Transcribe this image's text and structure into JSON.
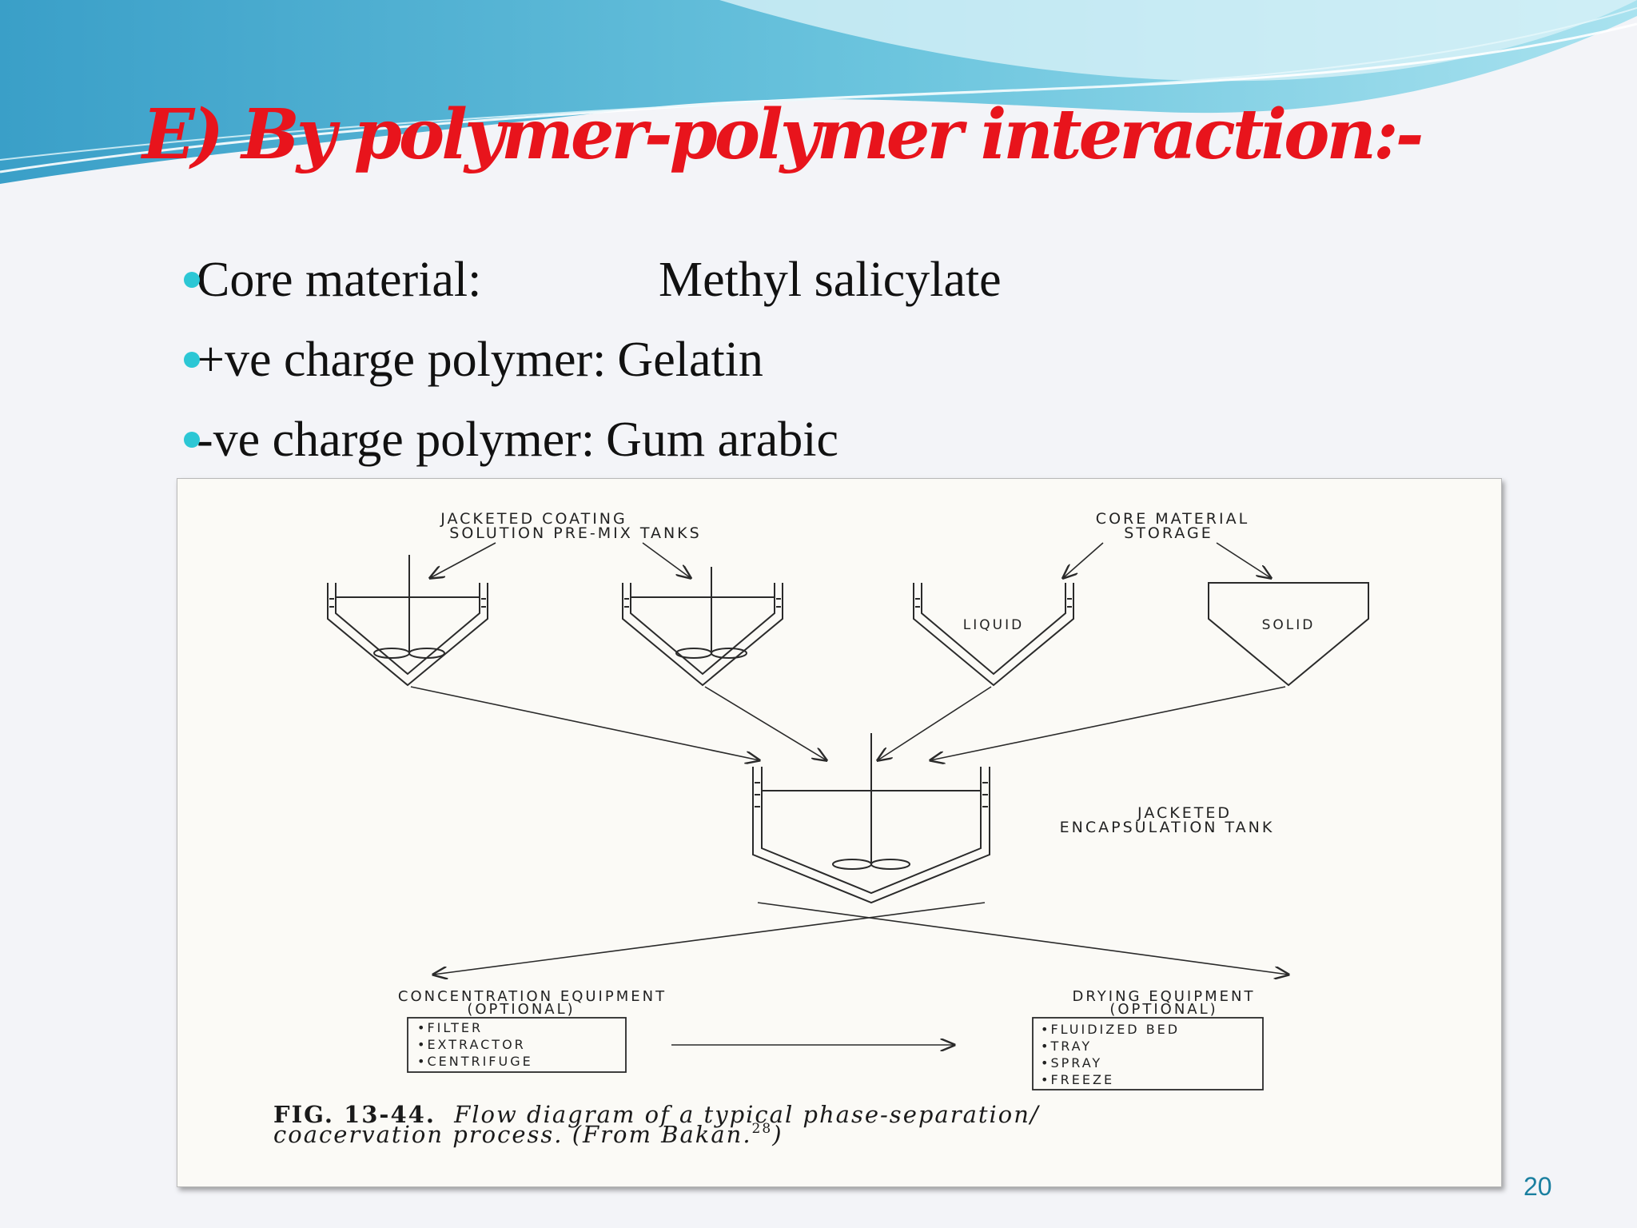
{
  "slide": {
    "title": "E) By polymer-polymer interaction:-",
    "page_number": "20"
  },
  "bullets": [
    {
      "label": "Core material:",
      "value": "Methyl salicylate"
    },
    {
      "label": "+ve charge polymer:",
      "value": "Gelatin"
    },
    {
      "label": "-ve charge polymer:",
      "value": "Gum arabic"
    }
  ],
  "figure": {
    "labels": {
      "premix_line1": "JACKETED COATING",
      "premix_line2": "SOLUTION PRE-MIX TANKS",
      "core_line1": "CORE MATERIAL",
      "core_line2": "STORAGE",
      "liquid": "LIQUID",
      "solid": "SOLID",
      "encap_line1": "JACKETED",
      "encap_line2": "ENCAPSULATION TANK",
      "conc_line1": "CONCENTRATION EQUIPMENT",
      "conc_line2": "(OPTIONAL)",
      "dry_line1": "DRYING EQUIPMENT",
      "dry_line2": "(OPTIONAL)"
    },
    "concentration_items": [
      "•FILTER",
      "•EXTRACTOR",
      "•CENTRIFUGE"
    ],
    "drying_items": [
      "•FLUIDIZED BED",
      "•TRAY",
      "•SPRAY",
      "•FREEZE"
    ],
    "caption_fig": "FIG. 13-44.",
    "caption_line1": "Flow diagram of a typical phase-separation/",
    "caption_line2": "coacervation process. (From Bakan.",
    "caption_ref": "28",
    "caption_end": ")"
  },
  "colors": {
    "title": "#e8141c",
    "bullet_dot": "#2cc7d5",
    "wave_dark": "#3fa9cf",
    "wave_light": "#bfe6f2",
    "page_number": "#1a7fa0"
  }
}
